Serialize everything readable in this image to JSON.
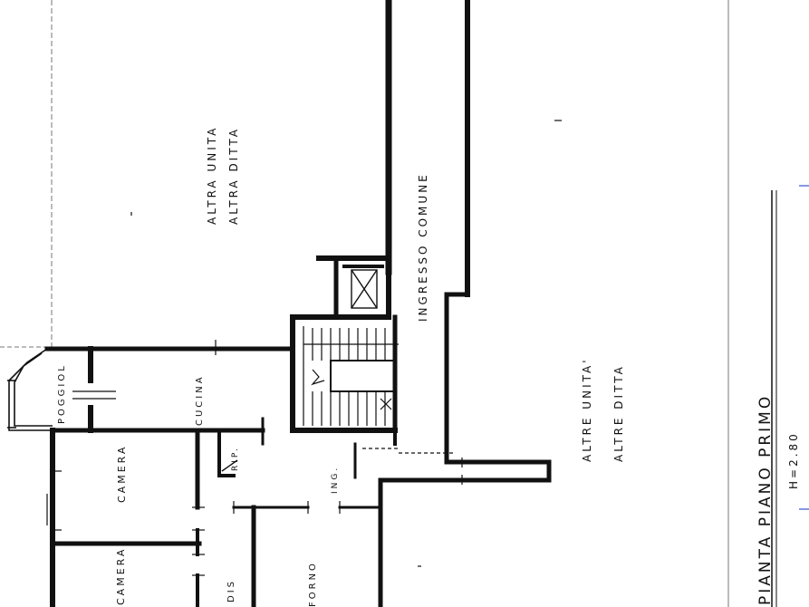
{
  "labels": {
    "altra_unita": "ALTRA UNITA",
    "altra_ditta": "ALTRA DITTA",
    "ingresso_comune": "INGRESSO COMUNE",
    "altre_unita": "ALTRE UNITA'",
    "altre_ditta": "ALTRE DITTA",
    "poggiolo": "POGGIOL",
    "cucina": "CUCINA",
    "camera_1": "CAMERA",
    "camera_2": "CAMERA",
    "rip": "RIP.",
    "ing": "ING.",
    "dis": "DIS",
    "forno": "FORNO"
  },
  "title_block": {
    "title": "PIANTA PIANO PRIMO",
    "height": "H=2.80"
  },
  "colors": {
    "ink": "#111111",
    "paper": "#ffffff",
    "margin_marks": "#3355cc"
  }
}
